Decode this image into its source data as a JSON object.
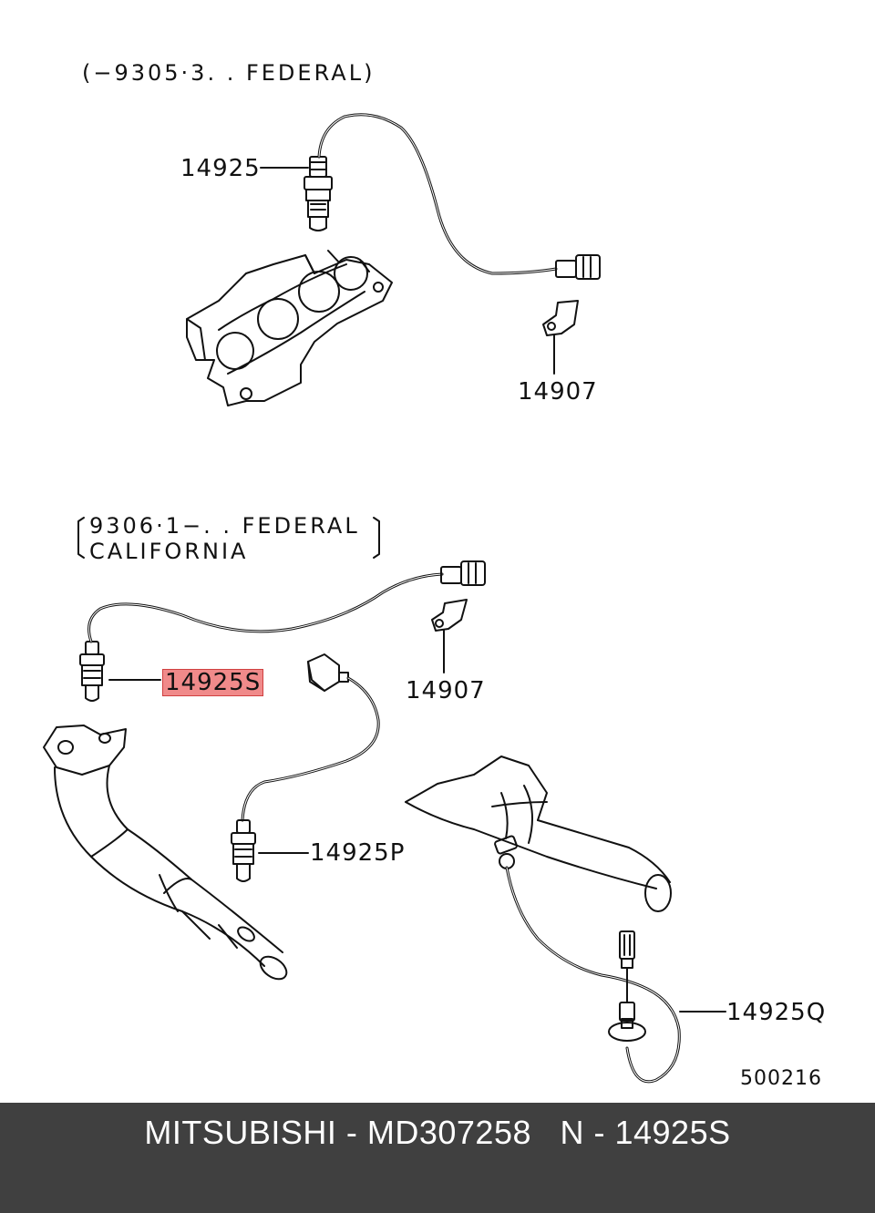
{
  "diagram": {
    "condition_top": "(−9305·3. . FEDERAL)",
    "condition_bottom_line1": "9306·1−. . FEDERAL",
    "condition_bottom_line2": "CALIFORNIA",
    "labels": {
      "part_top_sensor": "14925",
      "part_top_bracket": "14907",
      "part_bottom_sensor_s": "14925S",
      "part_bottom_bracket": "14907",
      "part_bottom_sensor_p": "14925P",
      "part_bottom_sensor_q": "14925Q"
    },
    "drawing_number": "500216",
    "highlight_color": "#f08a8a"
  },
  "footer": {
    "brand": "MITSUBISHI",
    "part_number": "MD307258",
    "ref": "N - 14925S",
    "text": "MITSUBISHI - MD307258   N - 14925S",
    "bg_color": "#404040"
  }
}
